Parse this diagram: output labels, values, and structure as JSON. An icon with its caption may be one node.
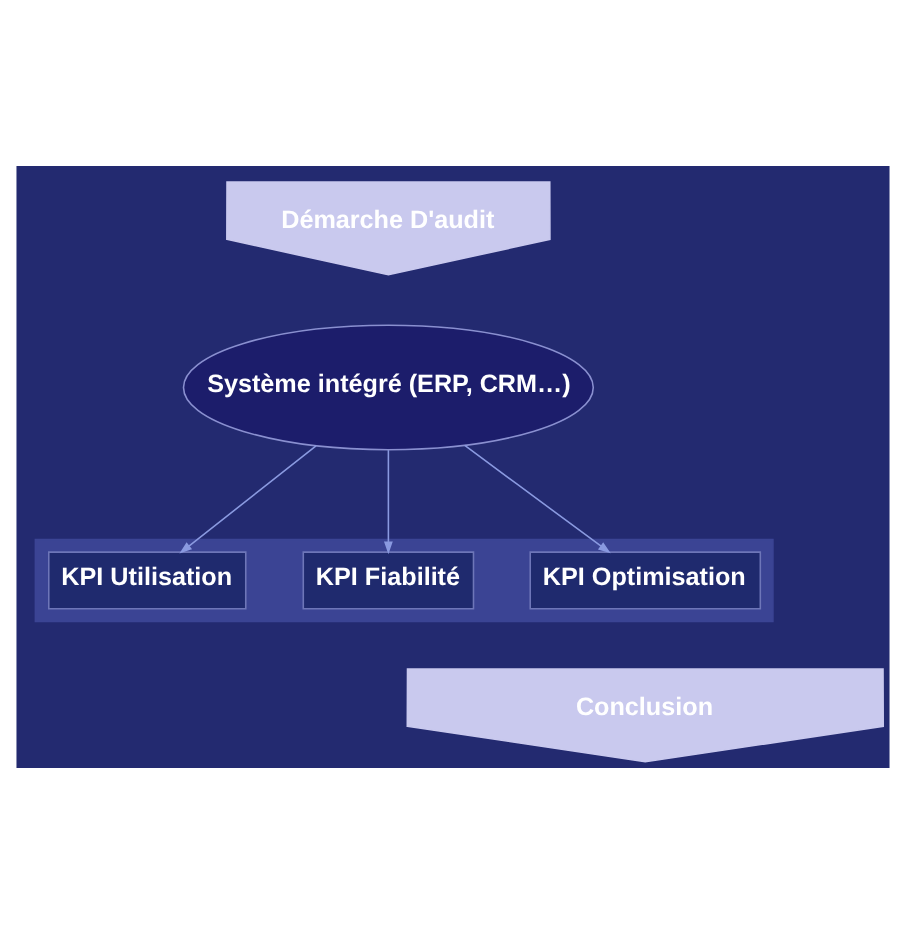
{
  "diagram": {
    "nodes": [
      {
        "text": [
          "Démarche D'audit"
        ]
      },
      {
        "text": [
          "Système intégré (ERP, CRM…)"
        ]
      },
      {
        "text": [],
        "shape": "band"
      },
      {
        "text": [
          "KPI Utilisation"
        ],
        "in": 2
      },
      {
        "text": [
          "KPI Fiabilité"
        ],
        "in": 2
      },
      {
        "text": [
          "KPI Optimisation"
        ],
        "in": 2
      },
      {
        "text": [
          "Conclusion"
        ]
      }
    ],
    "edges": [
      {
        "from": 1,
        "to": 3,
        "arrow": "to"
      },
      {
        "from": 1,
        "to": 5,
        "arrow": "to"
      },
      {
        "from": 1,
        "to": 4,
        "arrow": "to"
      }
    ]
  }
}
